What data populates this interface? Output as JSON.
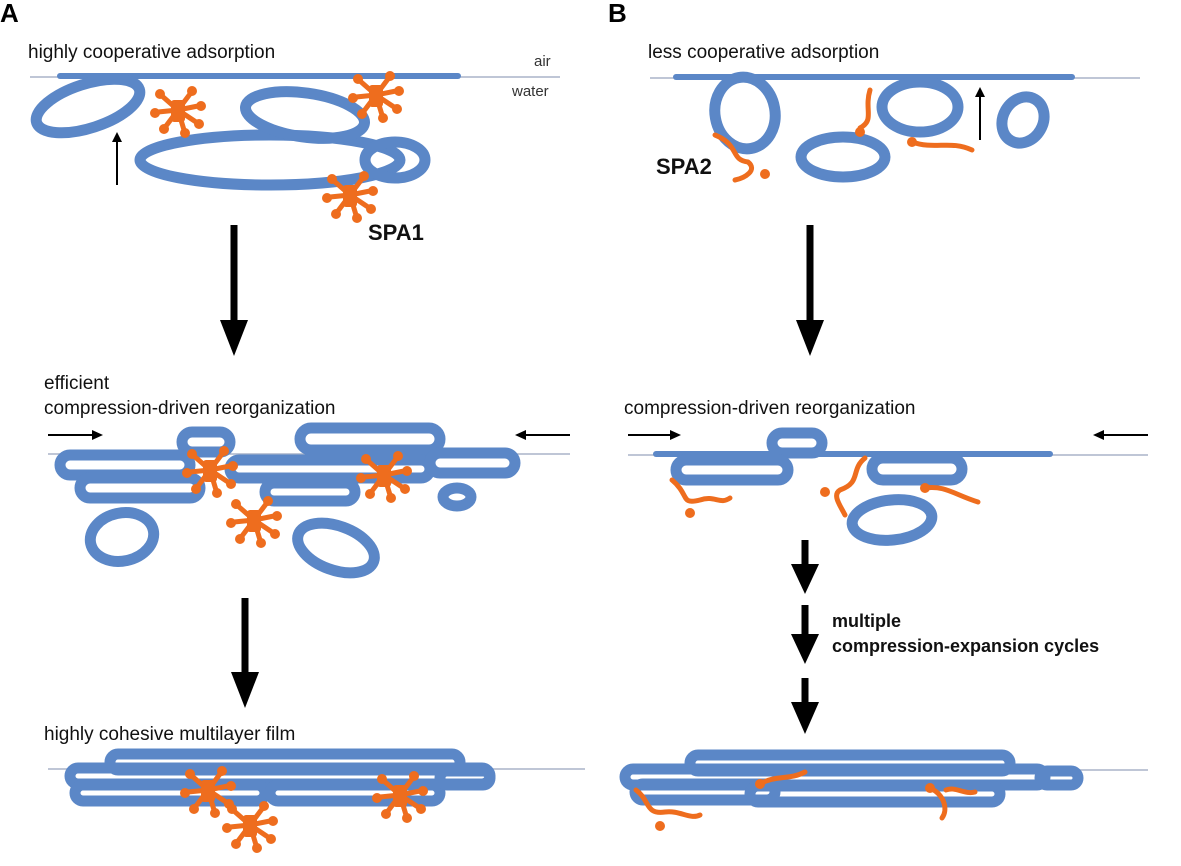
{
  "panels": {
    "A": {
      "letter": "A",
      "step1_label": "highly cooperative adsorption",
      "air_label": "air",
      "water_label": "water",
      "protein_label": "SPA1",
      "step2_label_line1": "efficient",
      "step2_label_line2": "compression-driven reorganization",
      "step3_label": "highly cohesive multilayer film"
    },
    "B": {
      "letter": "B",
      "step1_label": "less cooperative adsorption",
      "protein_label": "SPA2",
      "step2_label": "compression-driven reorganization",
      "cycles_label_line1": "multiple",
      "cycles_label_line2": "compression-expansion cycles"
    }
  },
  "colors": {
    "lipid": "#5b87c7",
    "protein": "#ee6d1e",
    "interface": "#aab4c8",
    "arrow": "#000000"
  }
}
